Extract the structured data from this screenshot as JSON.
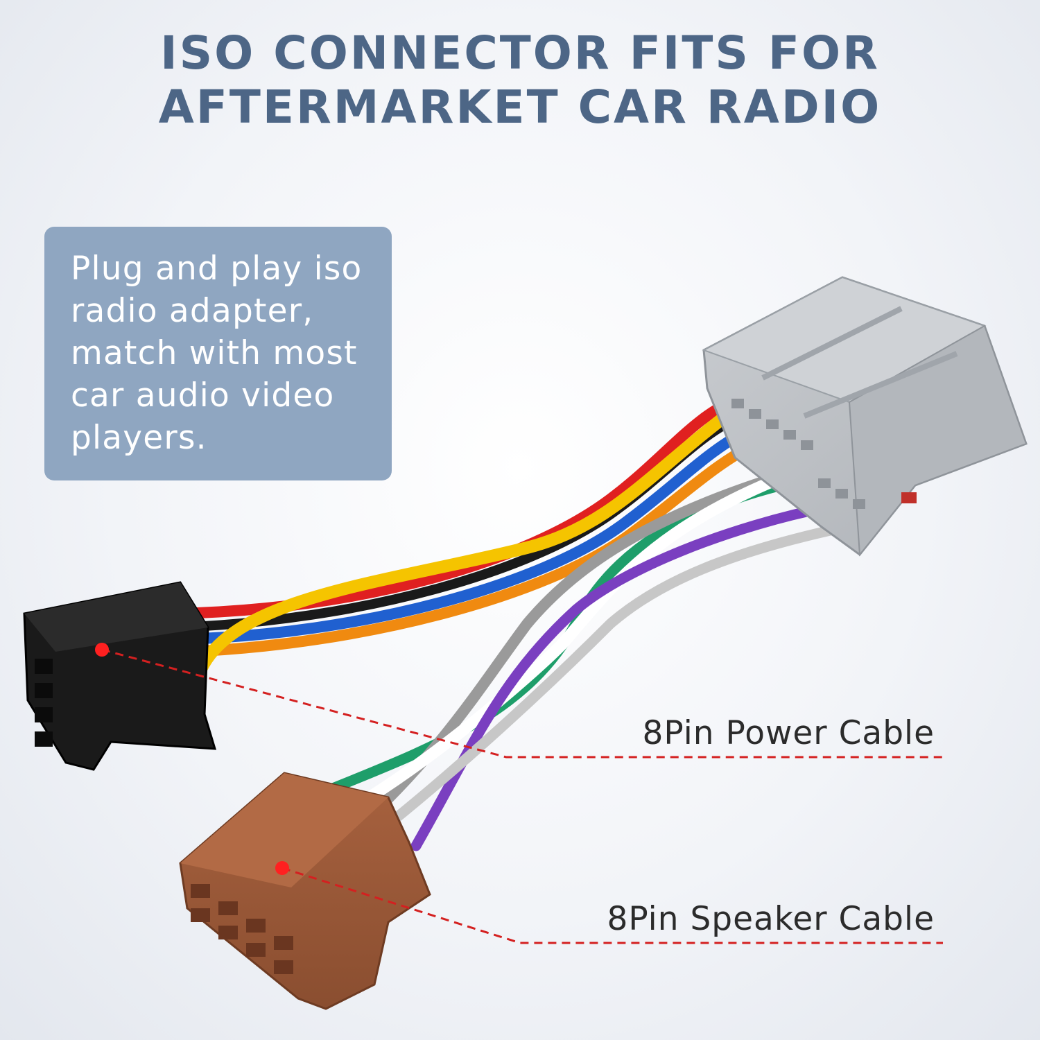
{
  "headline": {
    "line1": "ISO CONNECTOR FITS FOR",
    "line2": "AFTERMARKET CAR RADIO"
  },
  "info_box": {
    "text": "Plug and play iso radio adapter, match with most car audio video players."
  },
  "callouts": {
    "power": "8Pin Power Cable",
    "speaker": "8Pin Speaker Cable"
  },
  "colors": {
    "headline": "#4d6686",
    "info_box": "#8fa6c1",
    "callout_line": "#d42020",
    "marker": "#ff2020",
    "power_plug": "#1a1a1a",
    "speaker_plug": "#9c5a3a",
    "vehicle_plug": "#b9bcc1"
  },
  "wires": {
    "power": [
      "#e02020",
      "#f5c400",
      "#f08a10",
      "#2060d0",
      "#1a1a1a"
    ],
    "speaker": [
      "#ffffff",
      "#1e9e6a",
      "#7a3fc0",
      "#9a9a9a"
    ]
  }
}
